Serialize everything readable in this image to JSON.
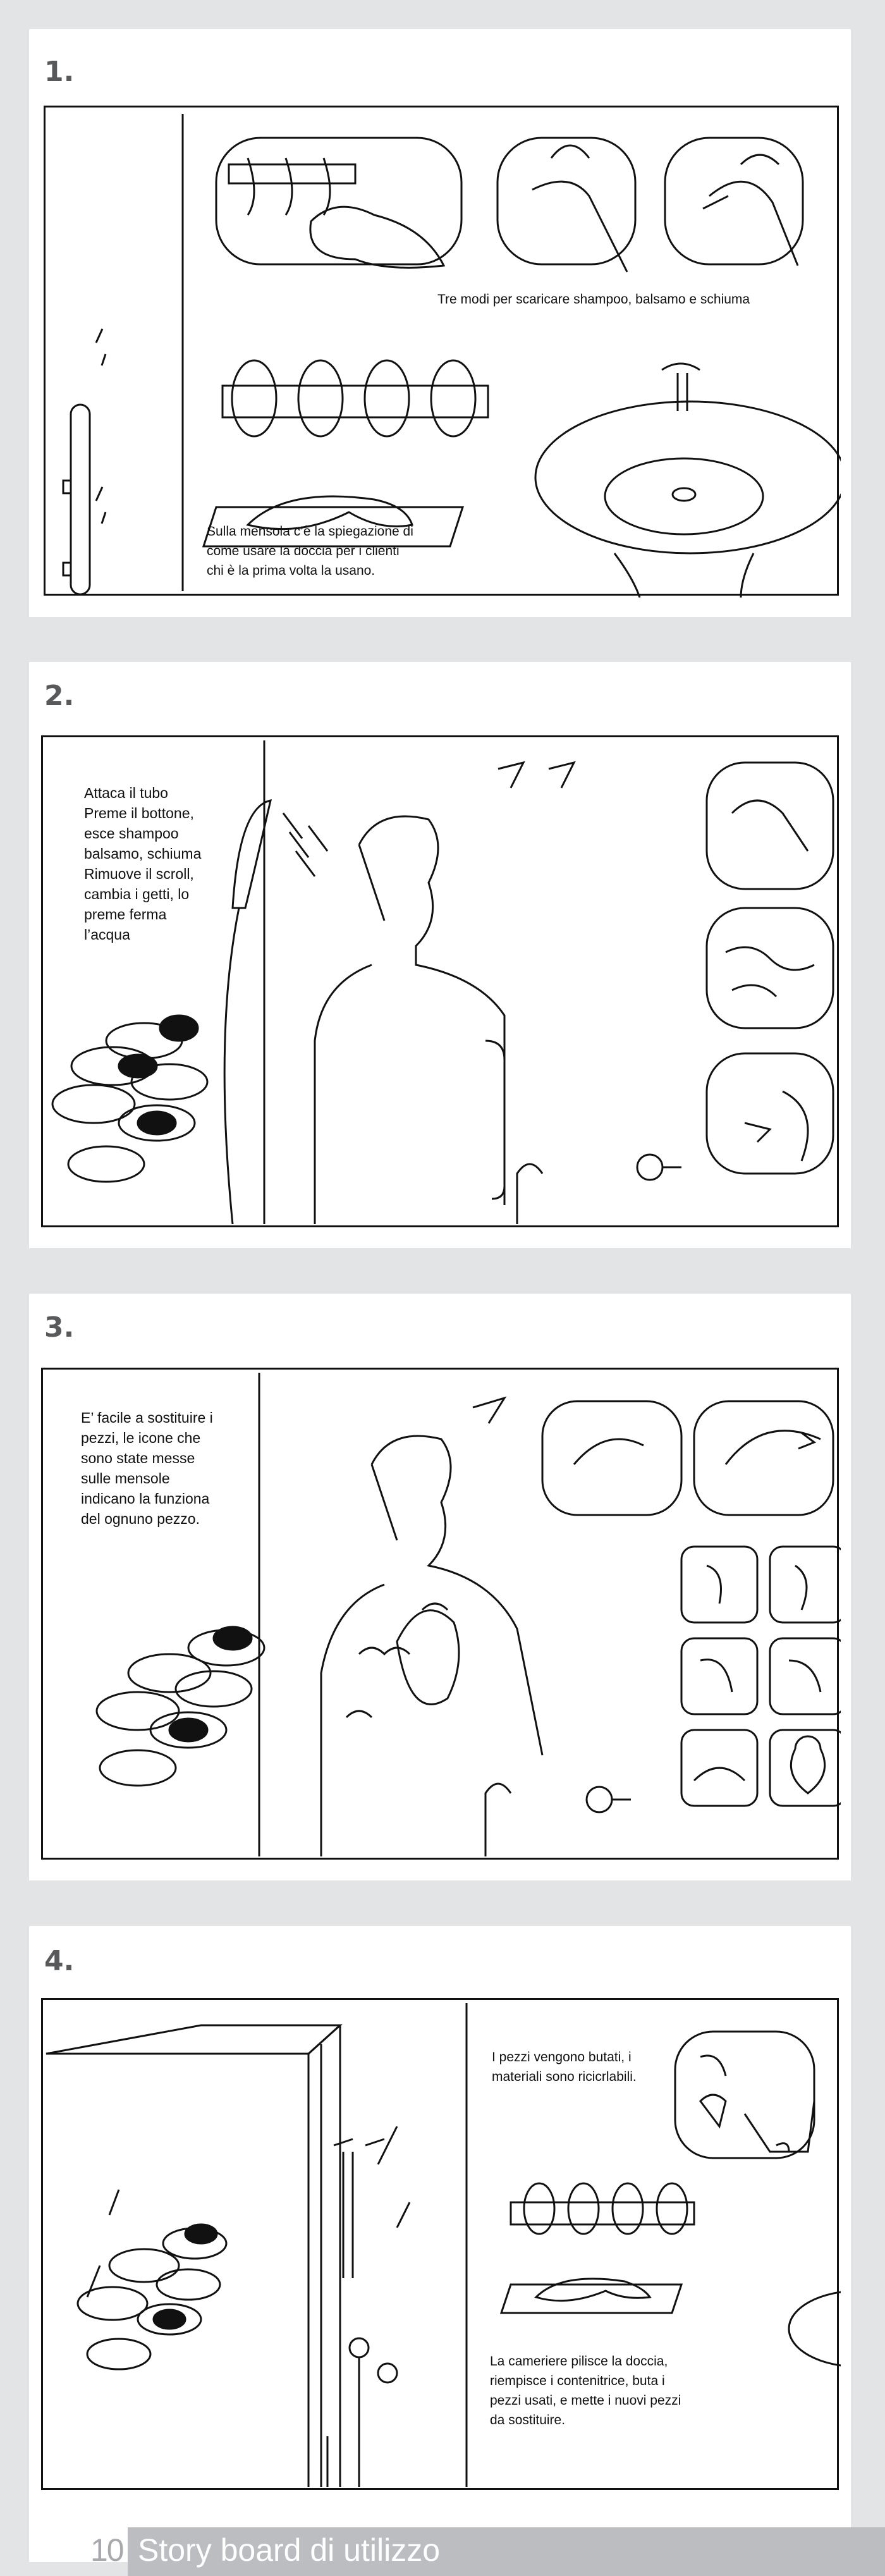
{
  "steps": [
    {
      "number": "1.",
      "captions": [
        "Tre modi per scaricare shampoo, balsamo e schiuma",
        "Sulla mensola c’è la spiegazione di\ncome usare la doccia per i clienti\nchi è la prima volta la usano."
      ]
    },
    {
      "number": "2.",
      "captions": [
        "Attaca il tubo\nPreme il bottone,\nesce shampoo\nbalsamo, schiuma\nRimuove il scroll,\ncambia i getti, lo\npreme ferma\nl’acqua"
      ]
    },
    {
      "number": "3.",
      "captions": [
        "E’  facile a sostituire i\npezzi, le icone che\nsono state messe\nsulle mensole\nindicano la funziona\ndel ognuno pezzo."
      ]
    },
    {
      "number": "4.",
      "captions": [
        "I pezzi vengono butati, i\nmateriali sono ricicrlabili.",
        "La cameriere pilisce la doccia,\nriempisce i contenitrice, buta i\npezzi usati, e mette i nuovi pezzi\nda sostituire."
      ]
    }
  ],
  "footer": {
    "page_number": "10",
    "title": "Story board di utilizzo"
  }
}
